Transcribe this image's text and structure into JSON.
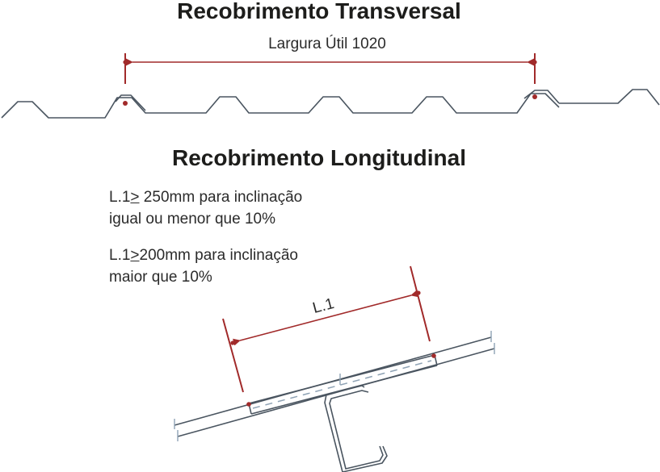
{
  "transversal": {
    "title": "Recobrimento Transversal",
    "width_label": "Largura Útil 1020"
  },
  "longitudinal": {
    "title": "Recobrimento Longitudinal",
    "note1": {
      "prefix": "L.1",
      "symbol": ">",
      "rest": " 250mm para inclinação",
      "line2": "igual ou menor que 10%"
    },
    "note2": {
      "prefix": "L.1",
      "symbol": ">",
      "rest": "200mm para inclinação",
      "line2": "maior que 10%"
    },
    "dim_label": "L.1"
  },
  "colors": {
    "dimension": "#a12a2a",
    "profile": "#4a5560",
    "dash": "#8fa3b5",
    "text": "#1d1d1b"
  }
}
